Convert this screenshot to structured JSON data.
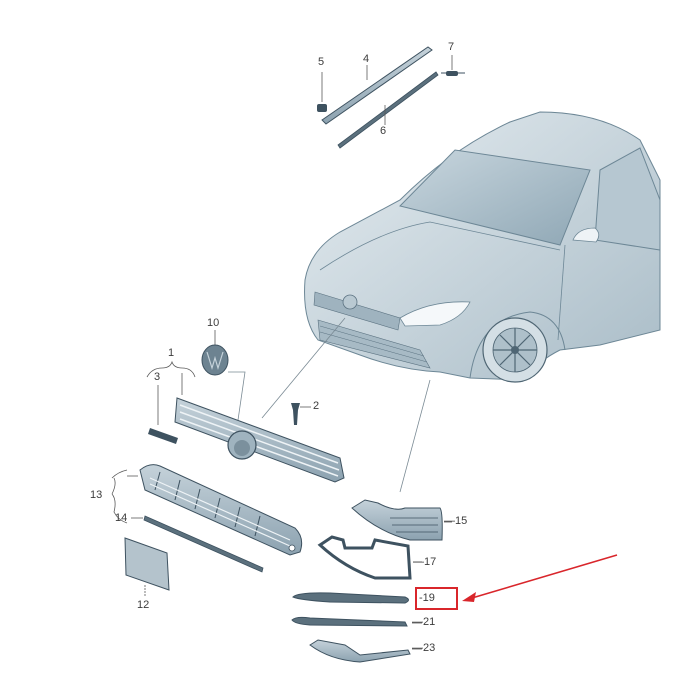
{
  "diagram": {
    "type": "exploded-parts-view",
    "subject": "Front bumper grille assembly",
    "colors": {
      "background": "#ffffff",
      "part_fill": "#b7c6d0",
      "part_dark": "#3e5260",
      "car_fill": "#dbe5ea",
      "car_shade": "#a9bcc7",
      "leader_line": "#5a5a5a",
      "label_text": "#3c3c3c",
      "highlight": "#d9262b"
    },
    "callouts": [
      {
        "id": "1",
        "label": "1",
        "part": "radiator-grille-assembly"
      },
      {
        "id": "2",
        "label": "2",
        "part": "screw"
      },
      {
        "id": "3",
        "label": "3",
        "part": "grille-badge-strip"
      },
      {
        "id": "4",
        "label": "4",
        "part": "trim-strip-upper"
      },
      {
        "id": "5",
        "label": "5",
        "part": "clip"
      },
      {
        "id": "6",
        "label": "6",
        "part": "trim-strip-lower"
      },
      {
        "id": "7",
        "label": "7",
        "part": "fastener"
      },
      {
        "id": "10",
        "label": "10",
        "part": "emblem"
      },
      {
        "id": "12",
        "label": "12",
        "part": "license-plate-holder"
      },
      {
        "id": "13",
        "label": "13",
        "part": "lower-grille-assembly"
      },
      {
        "id": "14",
        "label": "14",
        "part": "lower-grille-trim-strip"
      },
      {
        "id": "15",
        "label": "—15",
        "part": "side-grille"
      },
      {
        "id": "17",
        "label": "—17",
        "part": "side-grille-frame"
      },
      {
        "id": "19",
        "label": "-19",
        "part": "bumper-trim-strip",
        "highlighted": true
      },
      {
        "id": "21",
        "label": "—21",
        "part": "bumper-trim-strip-lower"
      },
      {
        "id": "23",
        "label": "—23",
        "part": "spoiler-lip-section"
      }
    ],
    "annotation": {
      "highlighted_part": "19",
      "arrow_color": "#d9262b"
    }
  }
}
